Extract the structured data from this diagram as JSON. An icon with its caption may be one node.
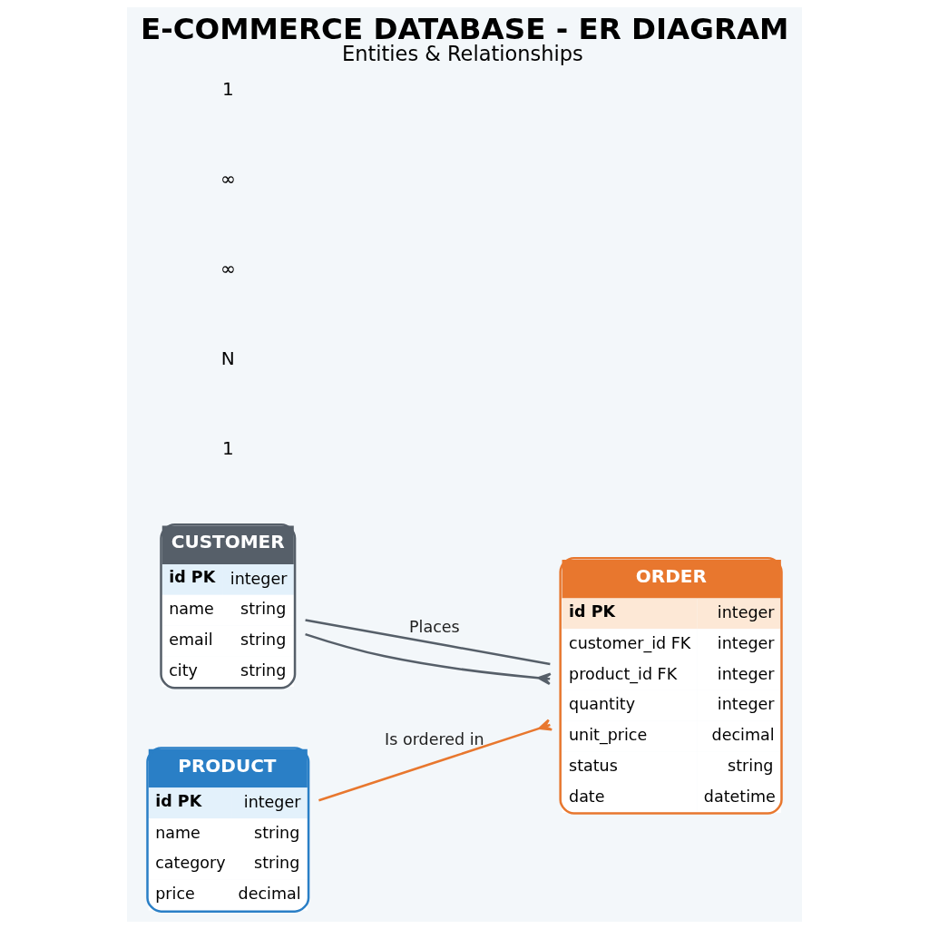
{
  "diagram": {
    "title": "E-COMMERCE DATABASE - ER DIAGRAM",
    "caption": "Entities & Relationships",
    "nodes": [
      {
        "text": [
          "CUSTOMER",
          "id PK",
          "integer",
          "name",
          "string",
          "email",
          "string",
          "city",
          "string"
        ]
      },
      {
        "text": [
          "ORDER",
          "id PK",
          "integer",
          "customer_id FK",
          "integer",
          "product_id FK",
          "integer",
          "quantity",
          "integer",
          "unit_price",
          "decimal",
          "status",
          "string",
          "date",
          "datetime"
        ]
      },
      {
        "text": [
          "PRODUCT",
          "id PK",
          "integer",
          "name",
          "string",
          "category",
          "string",
          "price",
          "decimal"
        ]
      }
    ],
    "edges": [
      {
        "from": 0,
        "to": 1,
        "arrow": "none",
        "label": "Places"
      },
      {
        "from": 0,
        "to": 1,
        "arrow": "other"
      },
      {
        "from": 2,
        "to": 1,
        "arrow": "other",
        "label": "Is ordered in",
        "color": "#e8772e"
      }
    ],
    "labels": [
      "1",
      "N",
      "∞",
      "∞",
      "1"
    ]
  }
}
